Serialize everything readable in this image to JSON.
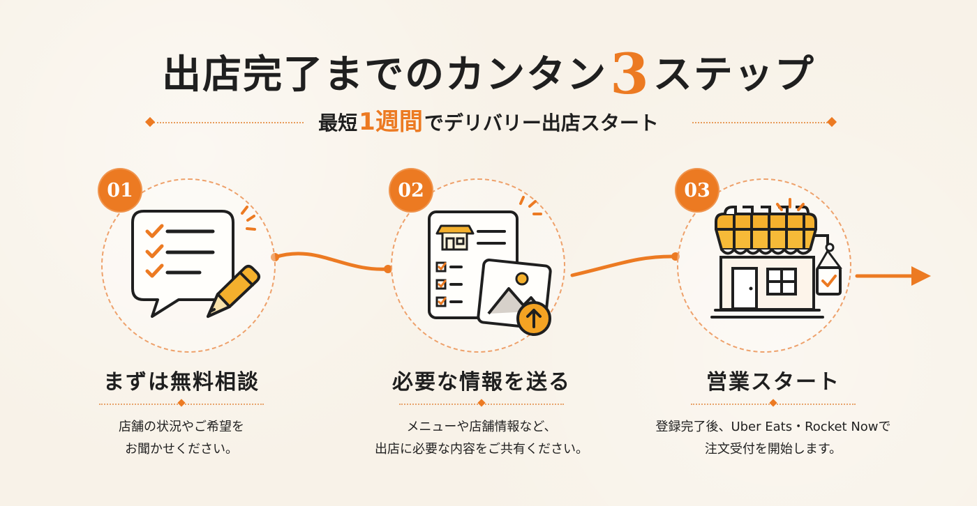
{
  "title": {
    "prefix": "出店完了までのカンタン",
    "number": "3",
    "suffix": "ステップ"
  },
  "subtitle": {
    "prefix": "最短",
    "accent": "1週間",
    "suffix": "でデリバリー出店スタート"
  },
  "steps": [
    {
      "number": "01",
      "title": "まずは無料相談",
      "description": "店舗の状況やご希望を\nお聞かせください。",
      "icon": "chat-pencil-icon"
    },
    {
      "number": "02",
      "title": "必要な情報を送る",
      "description": "メニューや店舗情報など、\n出店に必要な内容をご共有ください。",
      "icon": "document-upload-icon"
    },
    {
      "number": "03",
      "title": "営業スタート",
      "description": "登録完了後、Uber Eats・Rocket Nowで\n注文受付を開始します。",
      "icon": "storefront-icon"
    }
  ],
  "colors": {
    "accent": "#ec7a22",
    "background": "#f8f2e8",
    "text": "#1f1f1f",
    "dotted": "#e7a36a"
  }
}
